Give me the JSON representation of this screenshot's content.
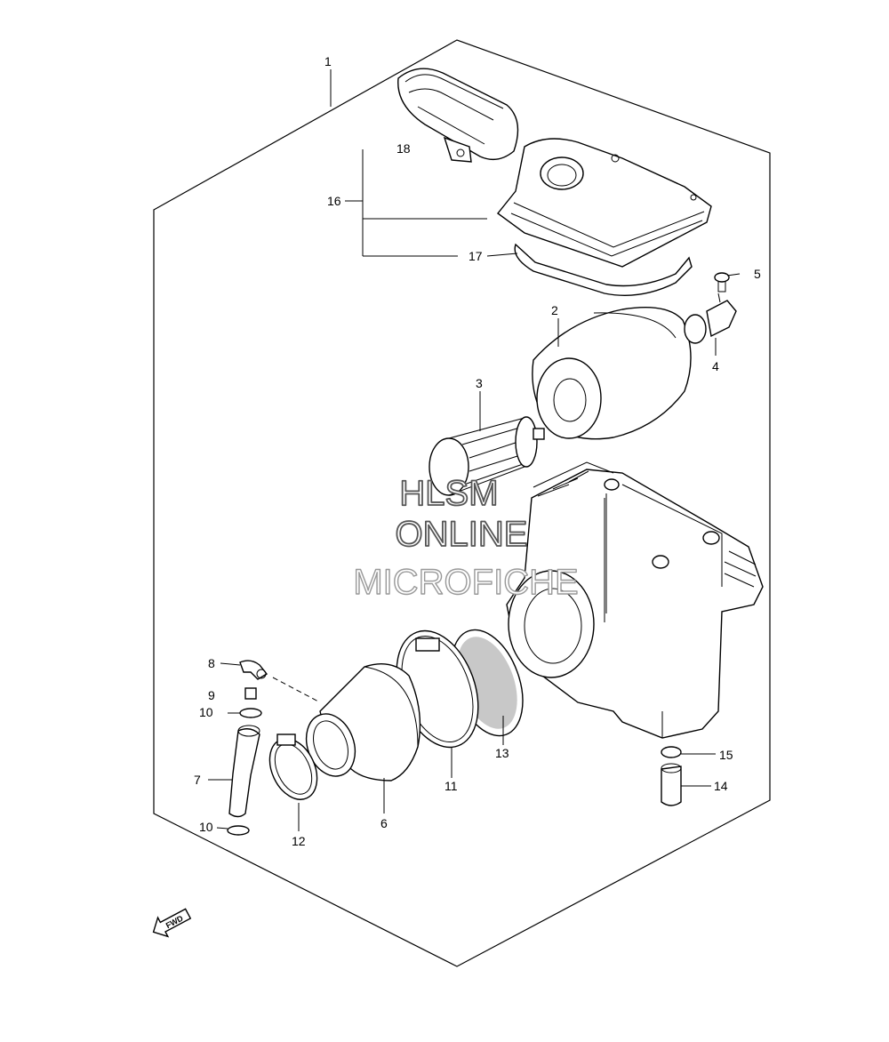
{
  "callouts": [
    {
      "id": "1",
      "label": "1"
    },
    {
      "id": "2",
      "label": "2"
    },
    {
      "id": "3",
      "label": "3"
    },
    {
      "id": "4",
      "label": "4"
    },
    {
      "id": "5",
      "label": "5"
    },
    {
      "id": "6",
      "label": "6"
    },
    {
      "id": "7",
      "label": "7"
    },
    {
      "id": "8",
      "label": "8"
    },
    {
      "id": "9",
      "label": "9"
    },
    {
      "id": "10a",
      "label": "10"
    },
    {
      "id": "10b",
      "label": "10"
    },
    {
      "id": "11",
      "label": "11"
    },
    {
      "id": "12",
      "label": "12"
    },
    {
      "id": "13",
      "label": "13"
    },
    {
      "id": "14",
      "label": "14"
    },
    {
      "id": "15",
      "label": "15"
    },
    {
      "id": "16",
      "label": "16"
    },
    {
      "id": "17",
      "label": "17"
    },
    {
      "id": "18",
      "label": "18"
    }
  ],
  "watermark": {
    "line1": "HLSM",
    "line2": "ONLINE",
    "line3": "MICROFICHE"
  },
  "fwd_arrow": {
    "label": "FWD",
    "icon": "fwd-arrow-icon"
  }
}
